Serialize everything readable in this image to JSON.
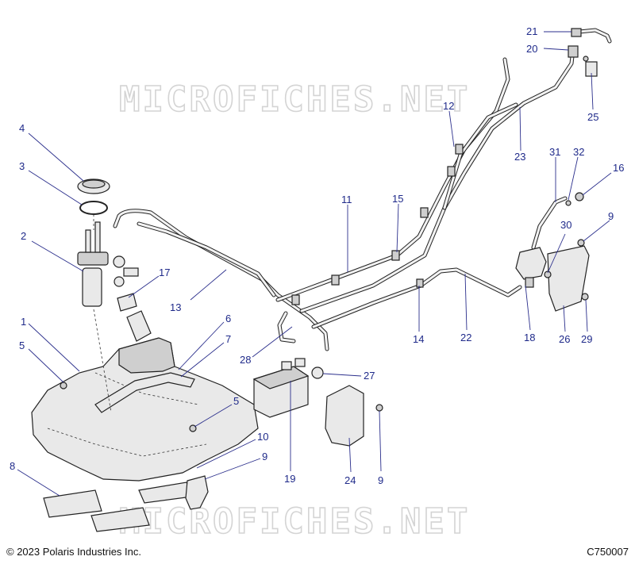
{
  "watermark": "MICROFICHES.NET",
  "footer": {
    "copyright": "© 2023 Polaris Industries Inc.",
    "code": "C750007"
  },
  "callouts": [
    {
      "id": "c21",
      "label": "21"
    },
    {
      "id": "c20",
      "label": "20"
    },
    {
      "id": "c25",
      "label": "25"
    },
    {
      "id": "c12",
      "label": "12"
    },
    {
      "id": "c23",
      "label": "23"
    },
    {
      "id": "c4",
      "label": "4"
    },
    {
      "id": "c3",
      "label": "3"
    },
    {
      "id": "c31",
      "label": "31"
    },
    {
      "id": "c32",
      "label": "32"
    },
    {
      "id": "c16",
      "label": "16"
    },
    {
      "id": "c11",
      "label": "11"
    },
    {
      "id": "c15",
      "label": "15"
    },
    {
      "id": "c9a",
      "label": "9"
    },
    {
      "id": "c2",
      "label": "2"
    },
    {
      "id": "c30",
      "label": "30"
    },
    {
      "id": "c17",
      "label": "17"
    },
    {
      "id": "c13",
      "label": "13"
    },
    {
      "id": "c1",
      "label": "1"
    },
    {
      "id": "c6",
      "label": "6"
    },
    {
      "id": "c7",
      "label": "7"
    },
    {
      "id": "c14",
      "label": "14"
    },
    {
      "id": "c22",
      "label": "22"
    },
    {
      "id": "c18",
      "label": "18"
    },
    {
      "id": "c26",
      "label": "26"
    },
    {
      "id": "c29",
      "label": "29"
    },
    {
      "id": "c5a",
      "label": "5"
    },
    {
      "id": "c28",
      "label": "28"
    },
    {
      "id": "c27",
      "label": "27"
    },
    {
      "id": "c5b",
      "label": "5"
    },
    {
      "id": "c10",
      "label": "10"
    },
    {
      "id": "c9b",
      "label": "9"
    },
    {
      "id": "c8",
      "label": "8"
    },
    {
      "id": "c19",
      "label": "19"
    },
    {
      "id": "c24",
      "label": "24"
    },
    {
      "id": "c9c",
      "label": "9"
    }
  ]
}
